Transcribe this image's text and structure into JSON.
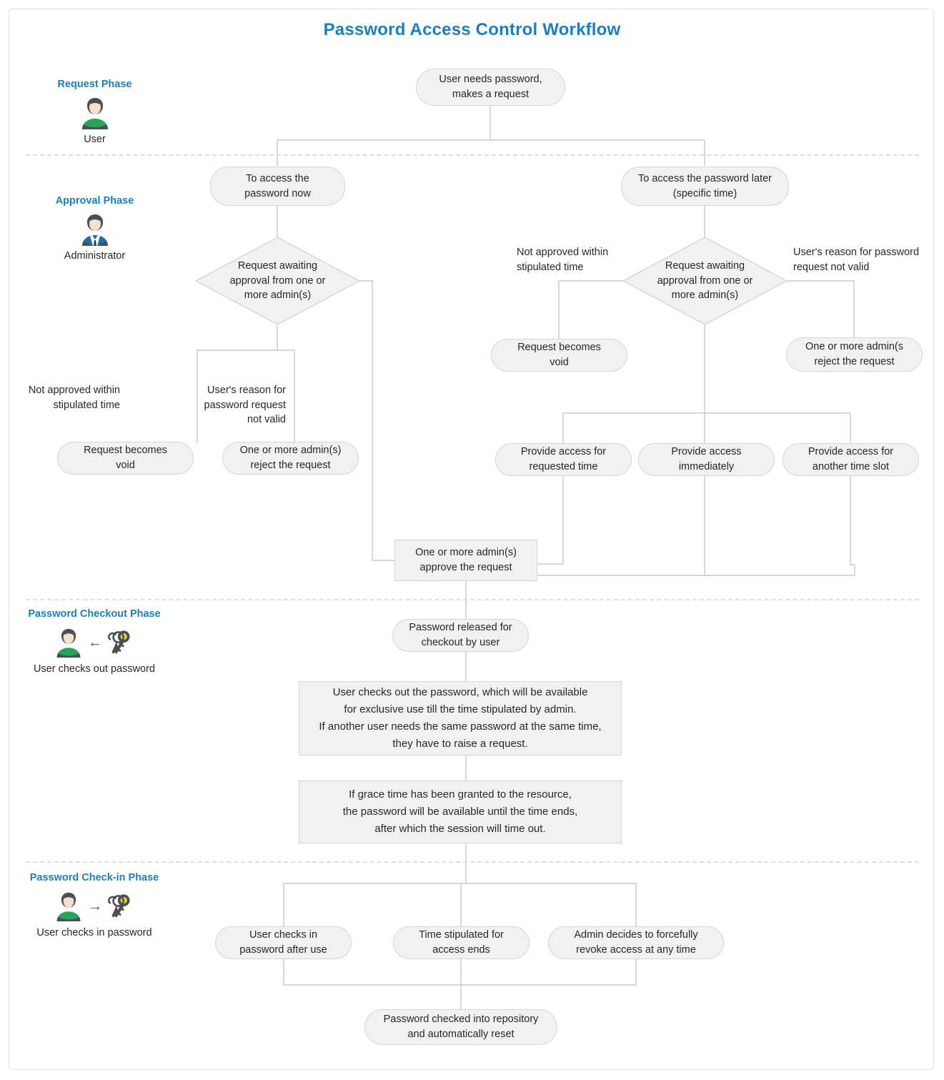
{
  "title": "Password Access Control Workflow",
  "colors": {
    "accent": "#1a7fc1",
    "node_fill": "#f1f1f2",
    "node_border": "#d5d5d6",
    "connector": "#c9c9c9",
    "divider": "#dedede",
    "text": "#25282a",
    "user_shirt": "#2aa35a",
    "admin_suit": "#1e6fa8",
    "key_gold": "#f0d23c",
    "figure_dark": "#4a4f54",
    "skin": "#f5e0cc"
  },
  "phases": [
    {
      "id": "request",
      "title": "Request Phase",
      "caption": "User",
      "icons": [
        "user-figure-icon"
      ]
    },
    {
      "id": "approval",
      "title": "Approval Phase",
      "caption": "Administrator",
      "icons": [
        "admin-figure-icon"
      ]
    },
    {
      "id": "checkout",
      "title": "Password Checkout Phase",
      "caption": "User checks out password",
      "icons": [
        "user-figure-icon",
        "arrow-left-icon",
        "keys-icon"
      ],
      "arrow": "←"
    },
    {
      "id": "checkin",
      "title": "Password Check-in Phase",
      "caption": "User checks in password",
      "icons": [
        "user-figure-icon",
        "arrow-right-icon",
        "keys-icon"
      ],
      "arrow": "→"
    }
  ],
  "nodes": {
    "start": "User needs password,\nmakes a request",
    "access_now": "To access the\npassword now",
    "access_later": "To access the password later\n(specific time)",
    "decision_left": "Request awaiting\napproval from one or\nmore admin(s)",
    "decision_right": "Request awaiting\napproval from one or\nmore admin(s)",
    "left_void": "Request becomes\nvoid",
    "left_reject": "One or more admin(s)\nreject the request",
    "right_void": "Request becomes\nvoid",
    "right_reject": "One or more admin(s\nreject the request",
    "provide_requested": "Provide access for\nrequested time",
    "provide_immediately": "Provide access\nimmediately",
    "provide_another": "Provide access for\nanother time slot",
    "approve": "One or more admin(s)\napprove the request",
    "released": "Password released for\ncheckout by user",
    "checkout_note": "User checks out the password, which will be available\nfor exclusive use till the time stipulated by admin.\nIf another user needs the same password at the same time,\nthey have to raise a request.",
    "grace_note": "If grace time has been granted to the resource,\nthe password will be available until the time ends,\nafter which the session will time out.",
    "checkin_user": "User checks in\npassword after use",
    "checkin_time": "Time stipulated for\naccess ends",
    "checkin_admin": "Admin decides to forcefully\nrevoke access at any time",
    "checked_in": "Password checked into repository\nand automatically reset"
  },
  "edge_labels": {
    "left_not_approved": "Not approved within\nstipulated time",
    "left_reason_invalid": "User's reason for\npassword request\nnot valid",
    "right_not_approved": "Not approved within\nstipulated time",
    "right_reason_invalid": "User's reason for password\nrequest not valid"
  }
}
